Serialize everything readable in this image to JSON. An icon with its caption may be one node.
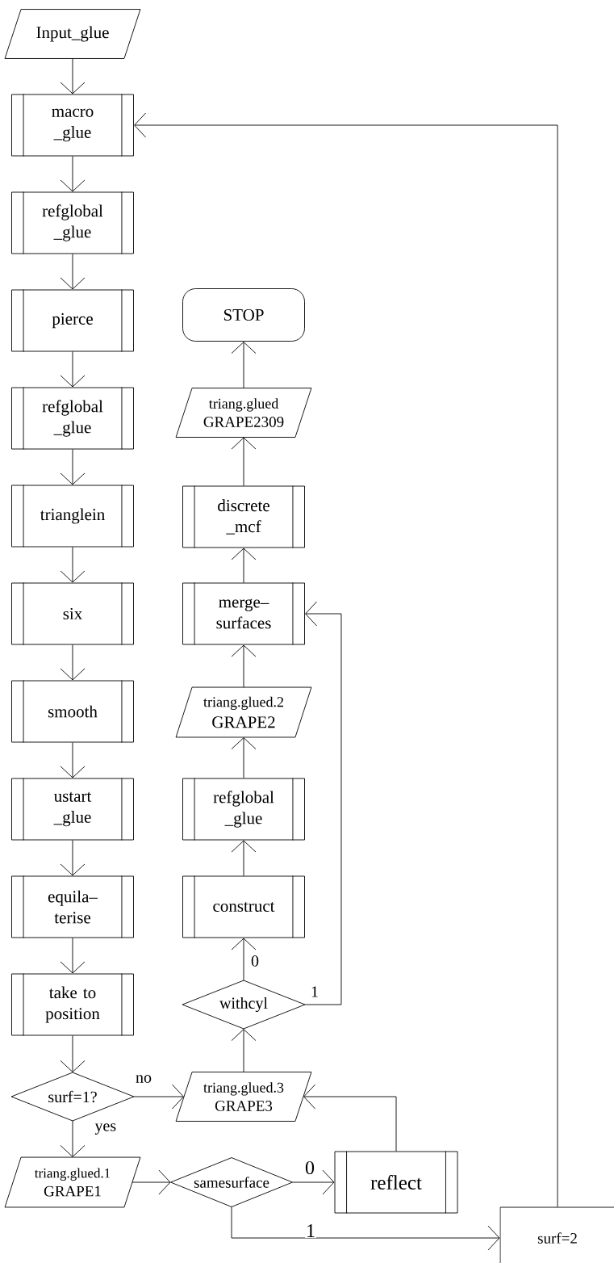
{
  "diagram": {
    "nodes": [
      {
        "text": [
          "Input_glue"
        ]
      },
      {
        "text": [
          "macro _glue"
        ]
      },
      {
        "text": [
          "refglobal _glue"
        ]
      },
      {
        "text": [
          "pierce"
        ]
      },
      {
        "text": [
          "refglobal _glue"
        ]
      },
      {
        "text": [
          "trianglein"
        ]
      },
      {
        "text": [
          "six"
        ]
      },
      {
        "text": [
          "smooth"
        ]
      },
      {
        "text": [
          "ustart _glue"
        ]
      },
      {
        "text": [
          "equila– terise"
        ]
      },
      {
        "text": [
          "take to position"
        ]
      },
      {
        "text": [
          "STOP"
        ]
      },
      {
        "text": [
          "triang.glued",
          "GRAPE2309"
        ]
      },
      {
        "text": [
          "discrete _mcf"
        ]
      },
      {
        "text": [
          "merge– surfaces"
        ]
      },
      {
        "text": [
          "triang.glued.2",
          "GRAPE2"
        ]
      },
      {
        "text": [
          "refglobal _glue"
        ]
      },
      {
        "text": [
          "construct"
        ]
      },
      {
        "text": [
          "withcyl"
        ]
      },
      {
        "text": [
          "surf=1?"
        ]
      },
      {
        "text": [
          "triang.glued.3",
          "GRAPE3"
        ]
      },
      {
        "text": [
          "triang.glued.1",
          "GRAPE1"
        ]
      },
      {
        "text": [
          "samesurface"
        ]
      },
      {
        "text": [
          "reflect"
        ]
      },
      {
        "text": [
          "surf=2"
        ]
      }
    ],
    "edges": [
      {
        "from": 0,
        "to": 1,
        "arrow": "to"
      },
      {
        "from": 1,
        "to": 2,
        "arrow": "to"
      },
      {
        "from": 2,
        "to": 3,
        "arrow": "to"
      },
      {
        "from": 3,
        "to": 4,
        "arrow": "to"
      },
      {
        "from": 4,
        "to": 5,
        "arrow": "to"
      },
      {
        "from": 5,
        "to": 6,
        "arrow": "to"
      },
      {
        "from": 6,
        "to": 7,
        "arrow": "to"
      },
      {
        "from": 7,
        "to": 8,
        "arrow": "to"
      },
      {
        "from": 8,
        "to": 9,
        "arrow": "to"
      },
      {
        "from": 9,
        "to": 10,
        "arrow": "to"
      },
      {
        "from": 10,
        "to": 19,
        "arrow": "to"
      },
      {
        "from": 19,
        "to": 21,
        "arrow": "to",
        "label": "yes"
      },
      {
        "from": 19,
        "to": 20,
        "arrow": "to",
        "label": "no"
      },
      {
        "from": 21,
        "to": 22,
        "arrow": "to"
      },
      {
        "from": 22,
        "to": 23,
        "arrow": "to",
        "label": "0"
      },
      {
        "from": 22,
        "to": 24,
        "arrow": "to",
        "label": "1"
      },
      {
        "from": 23,
        "to": 20,
        "arrow": "to"
      },
      {
        "from": 20,
        "to": 18,
        "arrow": "to"
      },
      {
        "from": 18,
        "to": 17,
        "arrow": "to",
        "label": "0"
      },
      {
        "from": 18,
        "to": 14,
        "arrow": "to",
        "label": "1"
      },
      {
        "from": 17,
        "to": 16,
        "arrow": "to"
      },
      {
        "from": 16,
        "to": 15,
        "arrow": "to"
      },
      {
        "from": 15,
        "to": 14,
        "arrow": "to"
      },
      {
        "from": 14,
        "to": 13,
        "arrow": "to"
      },
      {
        "from": 13,
        "to": 12,
        "arrow": "to"
      },
      {
        "from": 12,
        "to": 11,
        "arrow": "to"
      },
      {
        "from": 24,
        "to": 1,
        "arrow": "to"
      }
    ]
  }
}
